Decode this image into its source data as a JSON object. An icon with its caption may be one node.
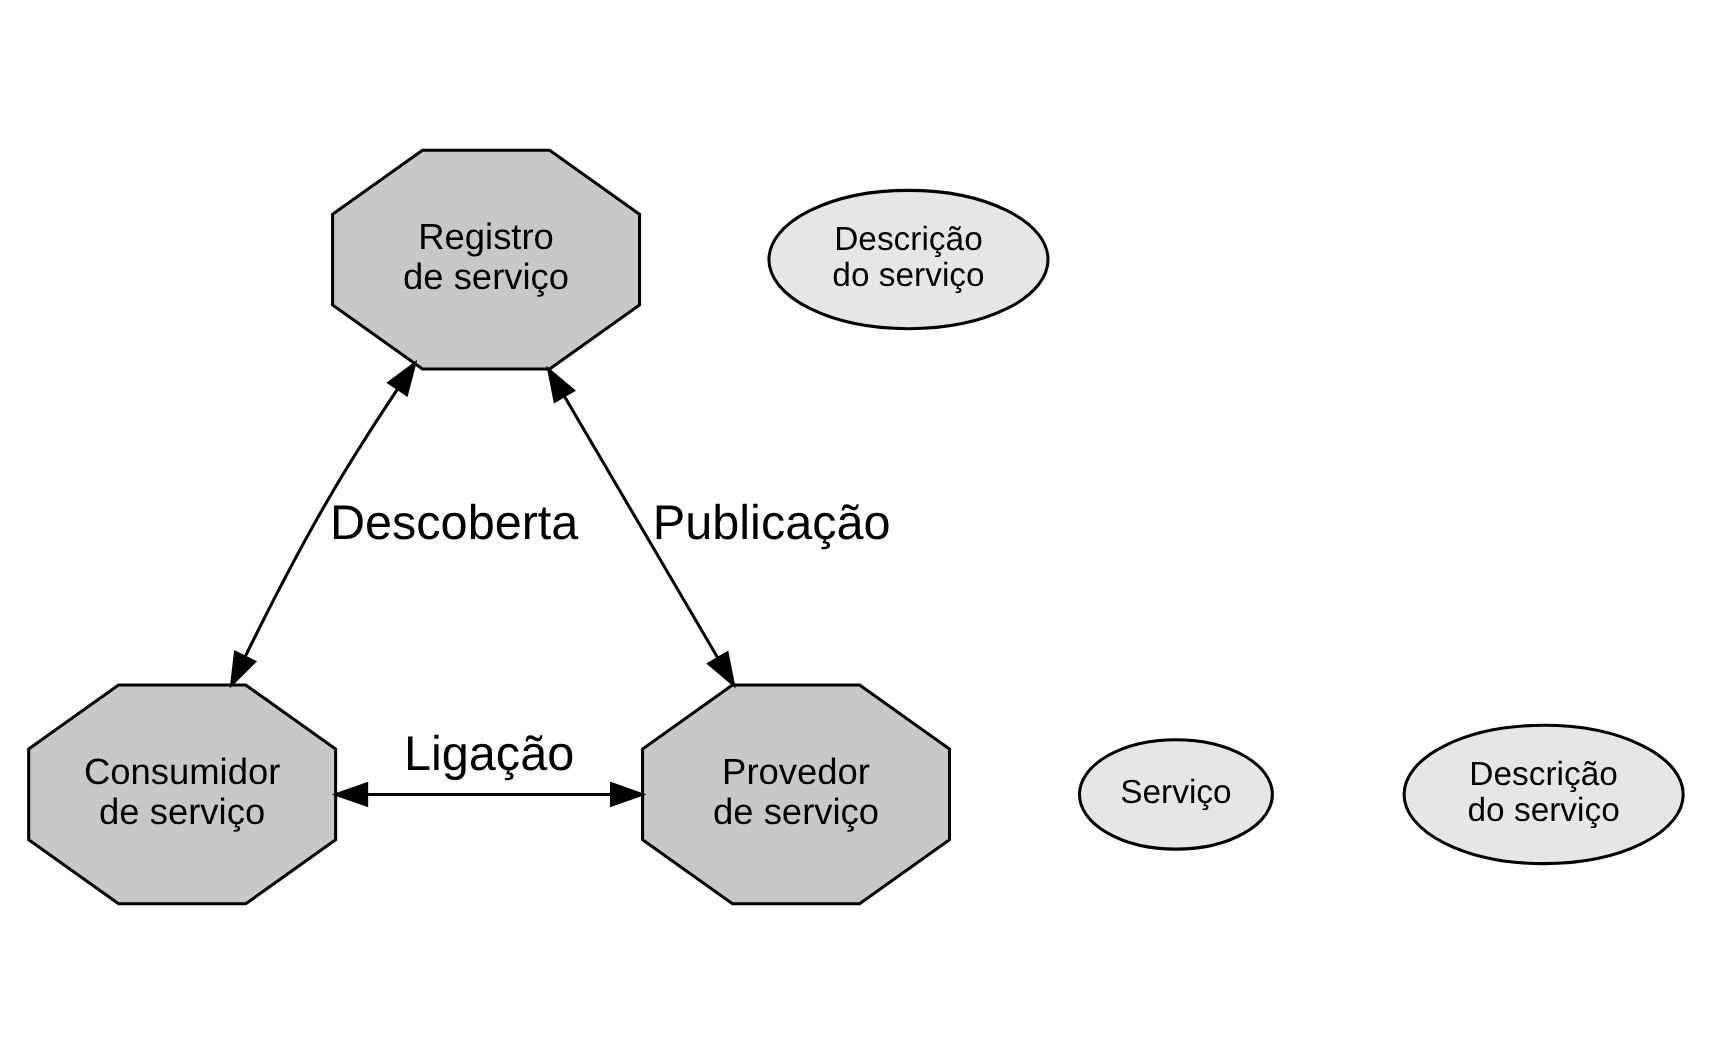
{
  "diagram": {
    "nodes": [
      {
        "text": [
          "Registro de serviço"
        ]
      },
      {
        "text": [
          "Descrição do serviço"
        ]
      },
      {
        "text": [
          "Consumidor de serviço"
        ]
      },
      {
        "text": [
          "Provedor de serviço"
        ]
      },
      {
        "text": [
          "Serviço"
        ]
      },
      {
        "text": [
          "Descrição do serviço"
        ]
      }
    ],
    "edges": [
      {
        "from": 0,
        "to": 2,
        "arrow": "both",
        "label": "Descoberta"
      },
      {
        "from": 0,
        "to": 3,
        "arrow": "both",
        "label": "Publicação"
      },
      {
        "from": 2,
        "to": 3,
        "arrow": "both",
        "label": "Ligação"
      }
    ]
  }
}
